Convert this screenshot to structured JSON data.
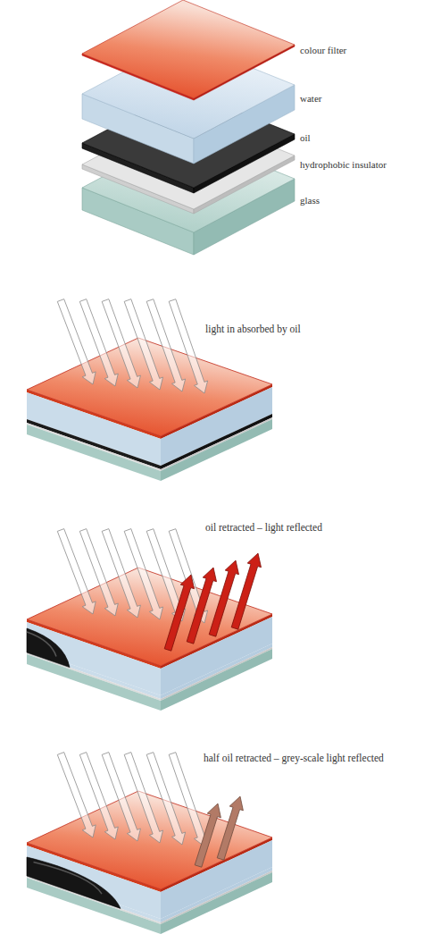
{
  "diagram": {
    "labels": [
      "colour filter",
      "water",
      "oil",
      "hydrophobic insulator",
      "glass",
      "light in absorbed by oil",
      "oil retracted – light reflected",
      "half oil retracted – grey-scale light reflected"
    ]
  }
}
